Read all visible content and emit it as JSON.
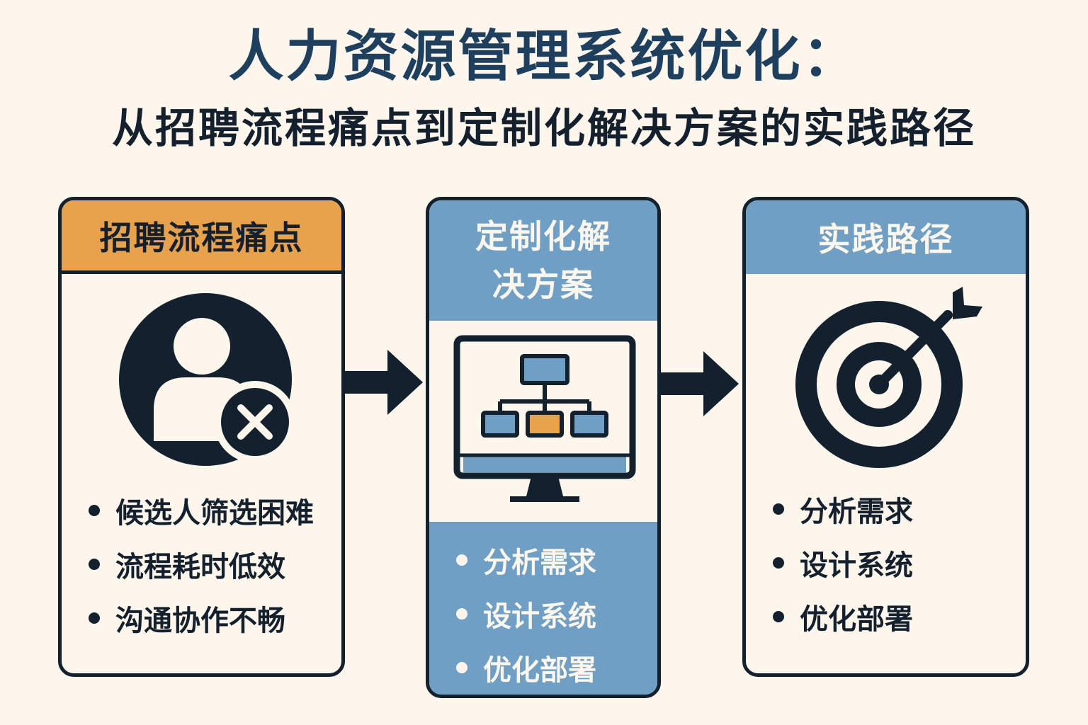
{
  "title": "人力资源管理系统优化：",
  "subtitle": "从招聘流程痛点到定制化解决方案的实践路径",
  "colors": {
    "background": "#fcf6ec",
    "dark": "#13202e",
    "title_blue": "#1f3f5f",
    "accent_orange": "#e8a24c",
    "accent_blue": "#6f9fc4"
  },
  "cards": [
    {
      "header": "招聘流程痛点",
      "icon": "user-rejected-icon",
      "bullets": [
        "候选人筛选困难",
        "流程耗时低效",
        "沟通协作不畅"
      ]
    },
    {
      "header_line1": "定制化解",
      "header_line2": "决方案",
      "icon": "monitor-org-chart-icon",
      "bullets": [
        "分析需求",
        "设计系统",
        "优化部署"
      ]
    },
    {
      "header": "实践路径",
      "icon": "target-arrow-icon",
      "bullets": [
        "分析需求",
        "设计系统",
        "优化部署"
      ]
    }
  ]
}
